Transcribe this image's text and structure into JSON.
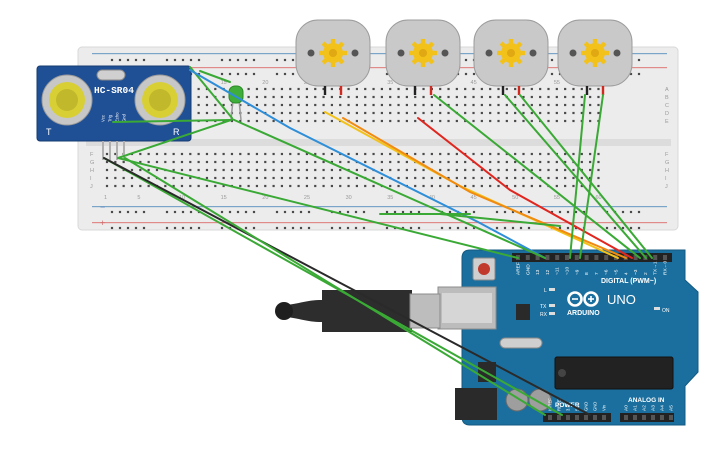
{
  "sensor": {
    "model": "HC-SR04",
    "corner_left": "T",
    "corner_right": "R",
    "pins": [
      "Vcc",
      "Trig",
      "Echo",
      "Gnd"
    ]
  },
  "breadboard": {
    "column_numbers": [
      "1",
      "5",
      "10",
      "15",
      "20",
      "25",
      "30",
      "35",
      "40",
      "45",
      "50",
      "55",
      "60"
    ],
    "row_letters_top": [
      "A",
      "B",
      "C",
      "D",
      "E"
    ],
    "row_letters_bottom": [
      "F",
      "G",
      "H",
      "I",
      "J"
    ],
    "rail_minus": "−",
    "rail_plus": "+"
  },
  "led": {
    "color": "#3fae3a"
  },
  "motors": {
    "count": 4
  },
  "arduino": {
    "brand": "ARDUINO",
    "model": "UNO",
    "digital_header": "DIGITAL (PWM~)",
    "analog_header": "ANALOG IN",
    "power_header": "POWER",
    "on_label": "ON",
    "tx_label": "TX",
    "rx_label": "RX",
    "l_label": "L",
    "digital_pins": [
      "AREF",
      "GND",
      "13",
      "12",
      "~11",
      "~10",
      "~9",
      "8",
      "7",
      "~6",
      "~5",
      "4",
      "~3",
      "2",
      "TX→1",
      "RX←0"
    ],
    "power_pins": [
      "IOREF",
      "RESET",
      "3.3V",
      "5V",
      "GND",
      "GND",
      "Vin"
    ],
    "analog_pins": [
      "A0",
      "A1",
      "A2",
      "A3",
      "A4",
      "A5"
    ]
  },
  "colors": {
    "wire_green": "#3aa935",
    "wire_blue": "#2f8ed8",
    "wire_red": "#e0261f",
    "wire_orange": "#f08a10",
    "wire_yellow": "#f2c21b",
    "wire_black": "#2a2a2a",
    "board_blue": "#1b6f9e",
    "sensor_blue": "#1f4f95",
    "breadboard": "#e9e9e9"
  }
}
